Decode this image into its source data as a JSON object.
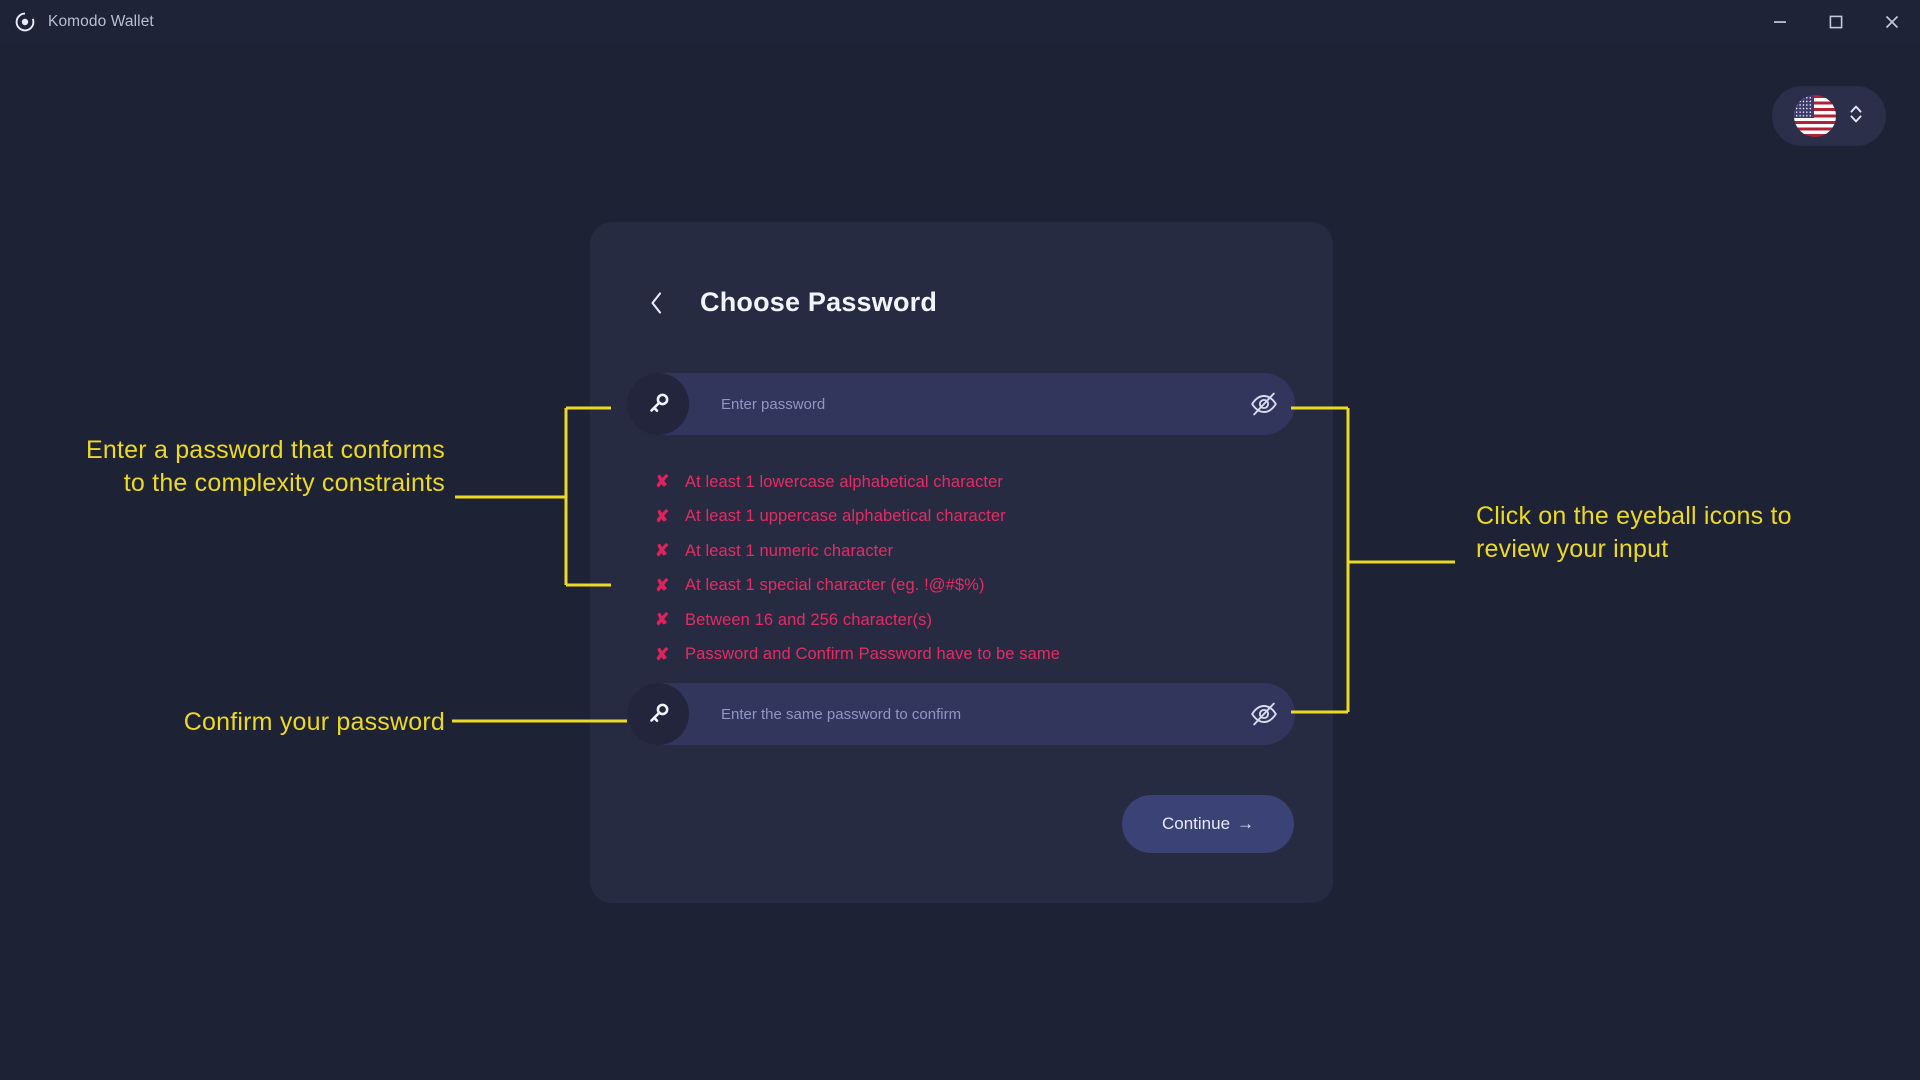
{
  "window": {
    "title": "Komodo Wallet",
    "logo_icon": "komodo-logo-icon",
    "minimize_label": "–",
    "maximize_label": "❐",
    "close_label": "✕"
  },
  "language_selector": {
    "flag": "us-flag-icon",
    "chevron": "chevron-up-down-icon"
  },
  "card": {
    "back_label": "‹",
    "title": "Choose Password",
    "password_field": {
      "icon": "key-icon",
      "placeholder": "Enter password",
      "value": "",
      "toggle_icon": "eye-off-icon"
    },
    "confirm_field": {
      "icon": "key-icon",
      "placeholder": "Enter the same password to confirm",
      "value": "",
      "toggle_icon": "eye-off-icon"
    },
    "rules": [
      {
        "mark": "✘",
        "text": "At least 1 lowercase alphabetical character"
      },
      {
        "mark": "✘",
        "text": "At least 1 uppercase alphabetical character"
      },
      {
        "mark": "✘",
        "text": "At least 1 numeric character"
      },
      {
        "mark": "✘",
        "text": "At least 1 special character (eg. !@#$%)"
      },
      {
        "mark": "✘",
        "text": "Between 16 and 256 character(s)"
      },
      {
        "mark": "✘",
        "text": "Password and Confirm Password have to be same"
      }
    ],
    "continue": {
      "label": "Continue",
      "arrow": "→"
    }
  },
  "annotations": {
    "left_top": "Enter a password that conforms to the complexity constraints",
    "left_bottom": "Confirm your password",
    "right": "Click on the eyeball icons to review your input"
  },
  "colors": {
    "page_background": "#1e2235",
    "card_background": "#272b42",
    "input_background": "#32355c",
    "annotation_yellow": "#ecd925",
    "error_red": "#e62b63",
    "button_blue": "#3b4275"
  }
}
